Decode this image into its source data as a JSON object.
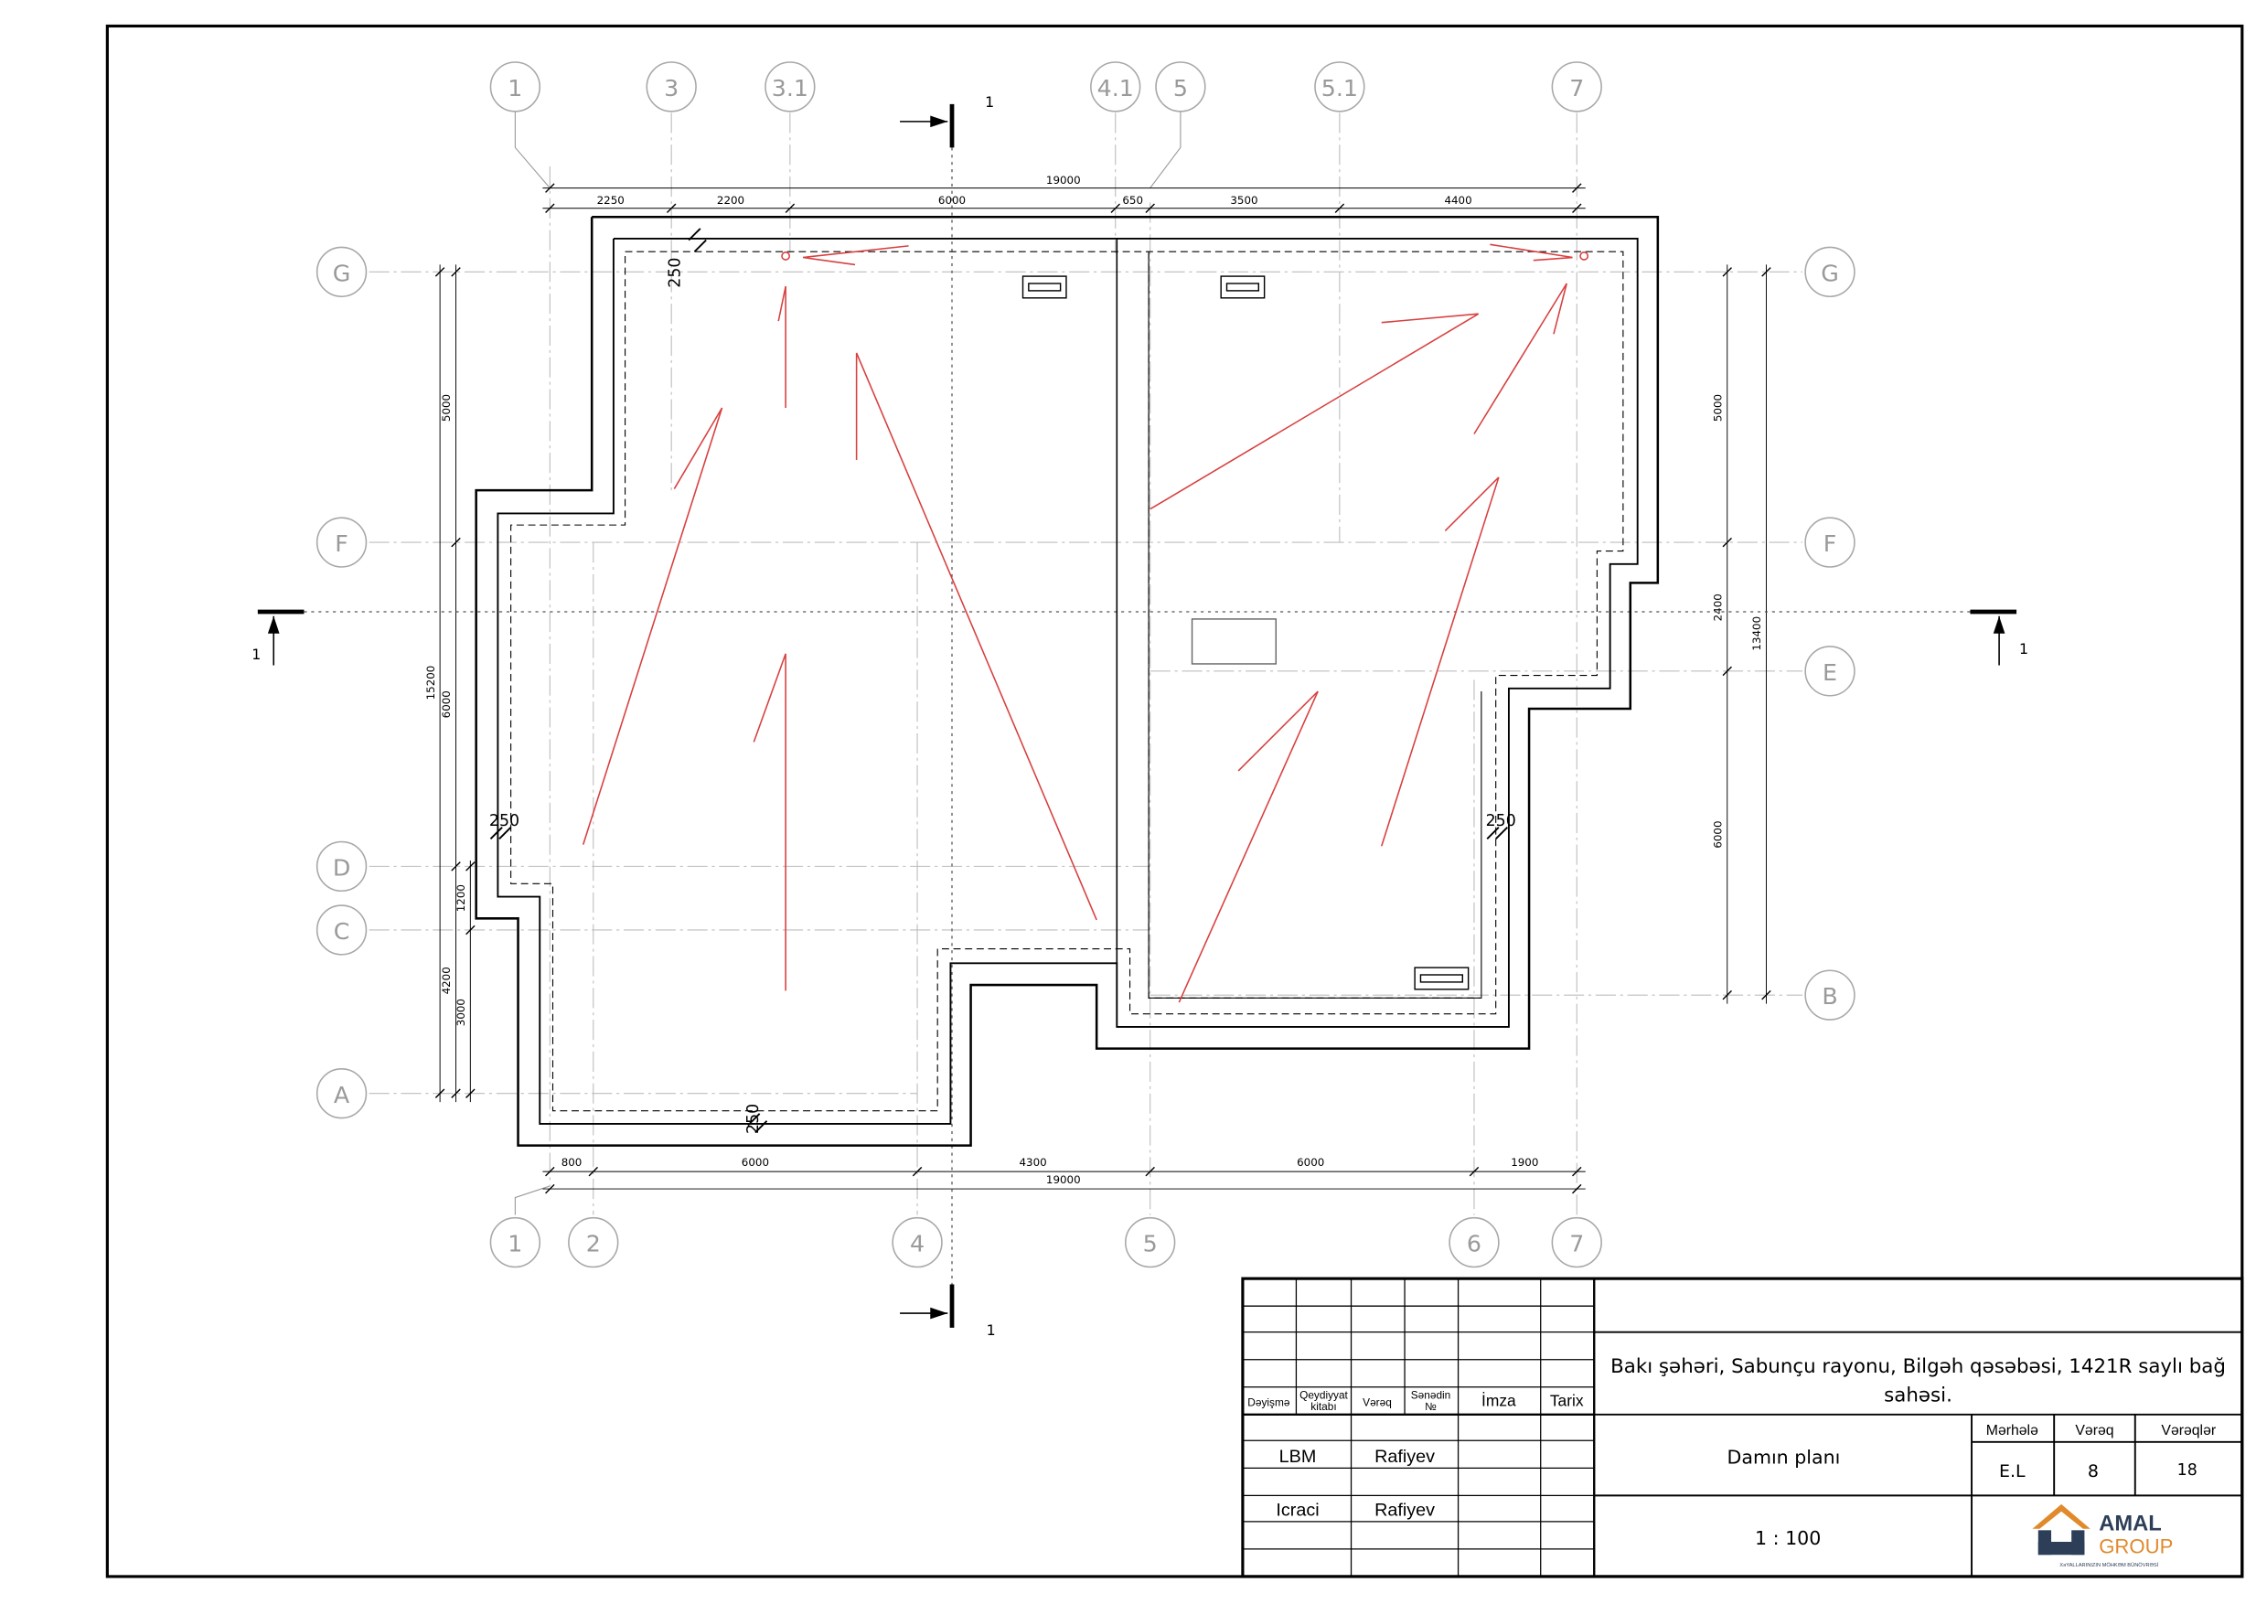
{
  "sheet": {
    "scale_factor": 1.5823,
    "colors": {
      "frame": "#000000",
      "grid_line": "#b5b5b5",
      "grid_bubble": "#a8a8a8",
      "wall": "#000000",
      "slope_arrow": "#d84040",
      "drain": "#d84040"
    }
  },
  "grid": {
    "top": [
      {
        "label": "1"
      },
      {
        "label": "3"
      },
      {
        "label": "3.1"
      },
      {
        "label": "4.1"
      },
      {
        "label": "5"
      },
      {
        "label": "5.1"
      },
      {
        "label": "7"
      }
    ],
    "bottom": [
      {
        "label": "1"
      },
      {
        "label": "2"
      },
      {
        "label": "4"
      },
      {
        "label": "5"
      },
      {
        "label": "6"
      },
      {
        "label": "7"
      }
    ],
    "left": [
      {
        "label": "G"
      },
      {
        "label": "F"
      },
      {
        "label": "D"
      },
      {
        "label": "C"
      },
      {
        "label": "A"
      }
    ],
    "right": [
      {
        "label": "G"
      },
      {
        "label": "F"
      },
      {
        "label": "E"
      },
      {
        "label": "B"
      }
    ]
  },
  "dimensions": {
    "top_total": "19000",
    "top": [
      "2250",
      "2200",
      "6000",
      "650",
      "3500",
      "4400"
    ],
    "bottom": [
      "800",
      "6000",
      "4300",
      "6000",
      "1900"
    ],
    "bottom_total": "19000",
    "left_total": "15200",
    "left_outer": [
      "5000",
      "6000",
      "4200"
    ],
    "left_inner": [
      "1200",
      "3000"
    ],
    "right_inner": [
      "5000",
      "2400",
      "6000"
    ],
    "right_total": "13400",
    "parapet": "250"
  },
  "section_marks": {
    "horizontal": "1",
    "vertical": "1"
  },
  "title_block": {
    "project": "Bakı şəhəri, Sabunçu rayonu, Bilgəh qəsəbəsi, 1421R saylı bağ sahəsi.",
    "sheet_title": "Damın planı",
    "scale": "1 : 100",
    "headers": {
      "change": "Dəyişmə",
      "register_l1": "Qeydiyyat",
      "register_l2": "kitabı",
      "sheet": "Vərəq",
      "doc_l1": "Sənədin",
      "doc_l2": "№",
      "signature": "İmza",
      "date": "Tarix"
    },
    "signers": [
      {
        "role": "LBM",
        "name": "Rafiyev"
      },
      {
        "role": "Icraci",
        "name": "Rafiyev"
      }
    ],
    "stage_label": "Mərhələ",
    "stage": "E.L",
    "sheet_label": "Vərəq",
    "sheet_no": "8",
    "sheets_label": "Vərəqlər",
    "sheets_total": "18"
  },
  "logo": {
    "name_line1": "AMAL",
    "name_line2": "GROUP",
    "tagline": "XəYALLARINIZIN MÖHKƏM BÜNÖVRƏSİ"
  }
}
